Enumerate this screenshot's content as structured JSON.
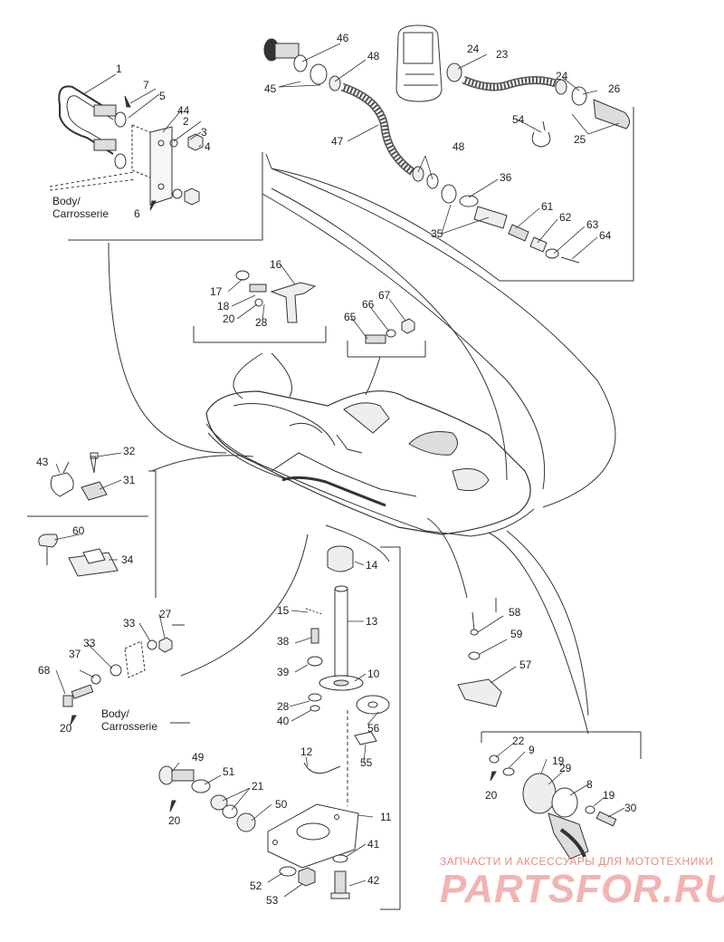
{
  "body_label_1": [
    "Body/",
    "Carrosserie"
  ],
  "body_label_2": [
    "Body/",
    "Carrosserie"
  ],
  "callouts": {
    "n1": "1",
    "n2": "2",
    "n3": "3",
    "n4": "4",
    "n5": "5",
    "n6": "6",
    "n7": "7",
    "n8": "8",
    "n9": "9",
    "n10": "10",
    "n11": "11",
    "n12": "12",
    "n13": "13",
    "n14": "14",
    "n15": "15",
    "n16": "16",
    "n17": "17",
    "n18": "18",
    "n19a": "19",
    "n19b": "19",
    "n20a": "20",
    "n20b": "20",
    "n20c": "20",
    "n20d": "20",
    "n21": "21",
    "n22": "22",
    "n23": "23",
    "n24a": "24",
    "n24b": "24",
    "n25": "25",
    "n26": "26",
    "n27": "27",
    "n28a": "28",
    "n28b": "28",
    "n29": "29",
    "n30": "30",
    "n31": "31",
    "n32": "32",
    "n33a": "33",
    "n33b": "33",
    "n34": "34",
    "n35": "35",
    "n36": "36",
    "n37": "37",
    "n38": "38",
    "n39": "39",
    "n40": "40",
    "n41": "41",
    "n42": "42",
    "n43": "43",
    "n44": "44",
    "n45": "45",
    "n46": "46",
    "n47": "47",
    "n48a": "48",
    "n48b": "48",
    "n49": "49",
    "n50": "50",
    "n51": "51",
    "n52": "52",
    "n53": "53",
    "n54": "54",
    "n55": "55",
    "n56": "56",
    "n57": "57",
    "n58": "58",
    "n59": "59",
    "n60": "60",
    "n61": "61",
    "n62": "62",
    "n63": "63",
    "n64": "64",
    "n65": "65",
    "n66": "66",
    "n67": "67",
    "n68": "68"
  },
  "watermark": {
    "tagline": "ЗАПЧАСТИ И АКСЕССУАРЫ ДЛЯ МОТОТЕХНИКИ",
    "logo": "PARTSFOR.RU"
  }
}
